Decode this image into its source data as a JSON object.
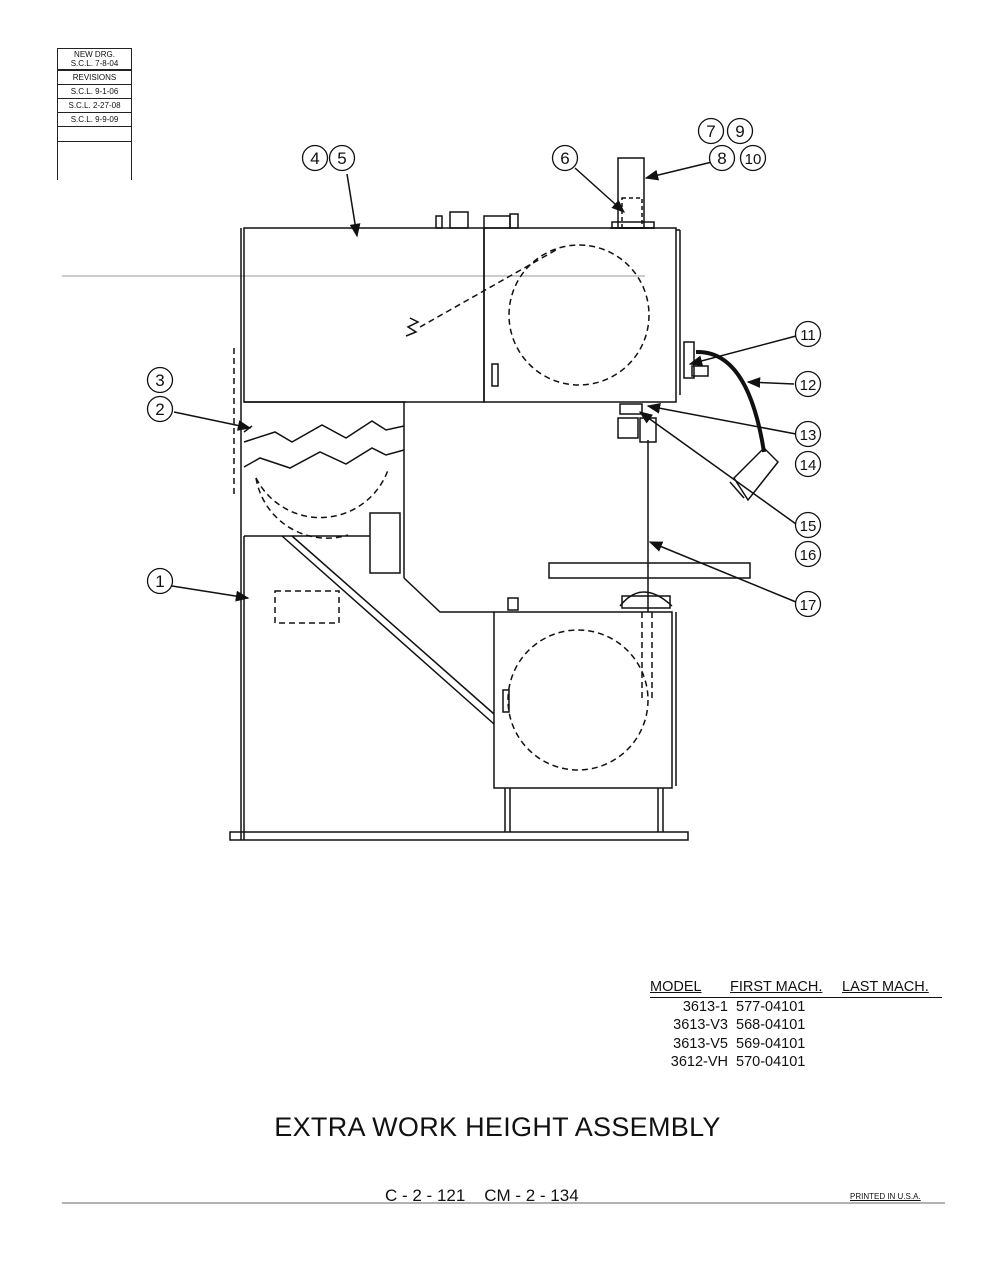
{
  "revision_block": {
    "items": [
      "NEW DRG.",
      "S.C.L. 7-8-04",
      "REVISIONS",
      "S.C.L. 9-1-06",
      "S.C.L. 2-27-08",
      "S.C.L. 9-9-09"
    ]
  },
  "callouts": [
    "1",
    "2",
    "3",
    "4",
    "5",
    "6",
    "7",
    "8",
    "9",
    "10",
    "11",
    "12",
    "13",
    "14",
    "15",
    "16",
    "17"
  ],
  "model_table": {
    "headers": [
      "MODEL",
      "FIRST MACH.",
      "LAST MACH."
    ],
    "rows": [
      {
        "model": "3613-1",
        "first": "577-04101"
      },
      {
        "model": "3613-V3",
        "first": "568-04101"
      },
      {
        "model": "3613-V5",
        "first": "569-04101"
      },
      {
        "model": "3612-VH",
        "first": "570-04101"
      }
    ]
  },
  "title": "EXTRA WORK HEIGHT ASSEMBLY",
  "drawing_number": "C - 2 - 121    CM - 2 - 134",
  "printed": "PRINTED IN U.S.A."
}
